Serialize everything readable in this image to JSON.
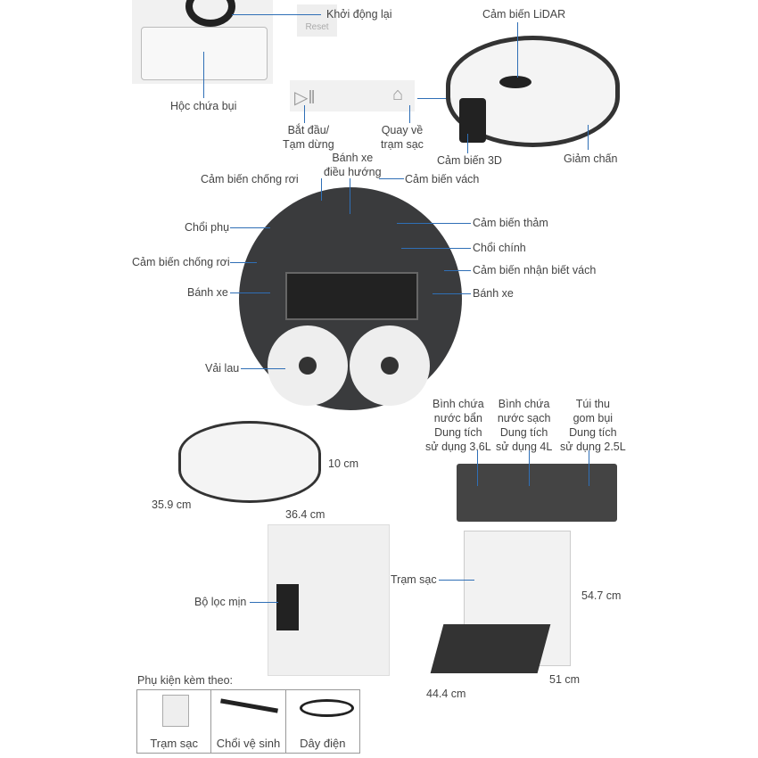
{
  "top": {
    "reset_label": "Khởi động lại",
    "reset_text": "Reset",
    "dustbin": "Hộc chứa bụi",
    "lidar": "Cảm biến LiDAR",
    "start_pause_1": "Bắt đầu/",
    "start_pause_2": "Tạm dừng",
    "home_1": "Quay về",
    "home_2": "trạm sạc",
    "sensor_3d": "Cảm biến 3D",
    "bumper": "Giảm chấn"
  },
  "bottom_view": {
    "cliff_top": "Cảm biến chống rơi",
    "nav_wheel_1": "Bánh xe",
    "nav_wheel_2": "điều hướng",
    "wall_sensor": "Cảm biến vách",
    "side_brush": "Chổi phụ",
    "carpet": "Cảm biến thảm",
    "main_brush": "Chổi chính",
    "cliff_left": "Cảm biến chống rơi",
    "wall_detect": "Cảm biến nhận biết vách",
    "wheel_left": "Bánh xe",
    "wheel_right": "Bánh xe",
    "mop": "Vải lau"
  },
  "dims_robot": {
    "height": "10 cm",
    "depth": "35.9 cm",
    "width": "36.4 cm"
  },
  "station": {
    "dirty_1": "Bình chứa",
    "dirty_2": "nước bẩn",
    "dirty_3": "Dung tích",
    "dirty_4": "sử dụng 3.6L",
    "clean_1": "Bình chứa",
    "clean_2": "nước sạch",
    "clean_3": "Dung tích",
    "clean_4": "sử dụng 4L",
    "bag_1": "Túi thu",
    "bag_2": "gom bụi",
    "bag_3": "Dung tích",
    "bag_4": "sử dụng 2.5L",
    "filter": "Bộ lọc mịn",
    "station_label": "Trạm sạc",
    "height": "54.7 cm",
    "width": "44.4 cm",
    "depth": "51 cm"
  },
  "accessories": {
    "title": "Phụ kiện kèm theo:",
    "items": [
      "Trạm sạc",
      "Chổi vệ sinh",
      "Dây điện"
    ]
  }
}
